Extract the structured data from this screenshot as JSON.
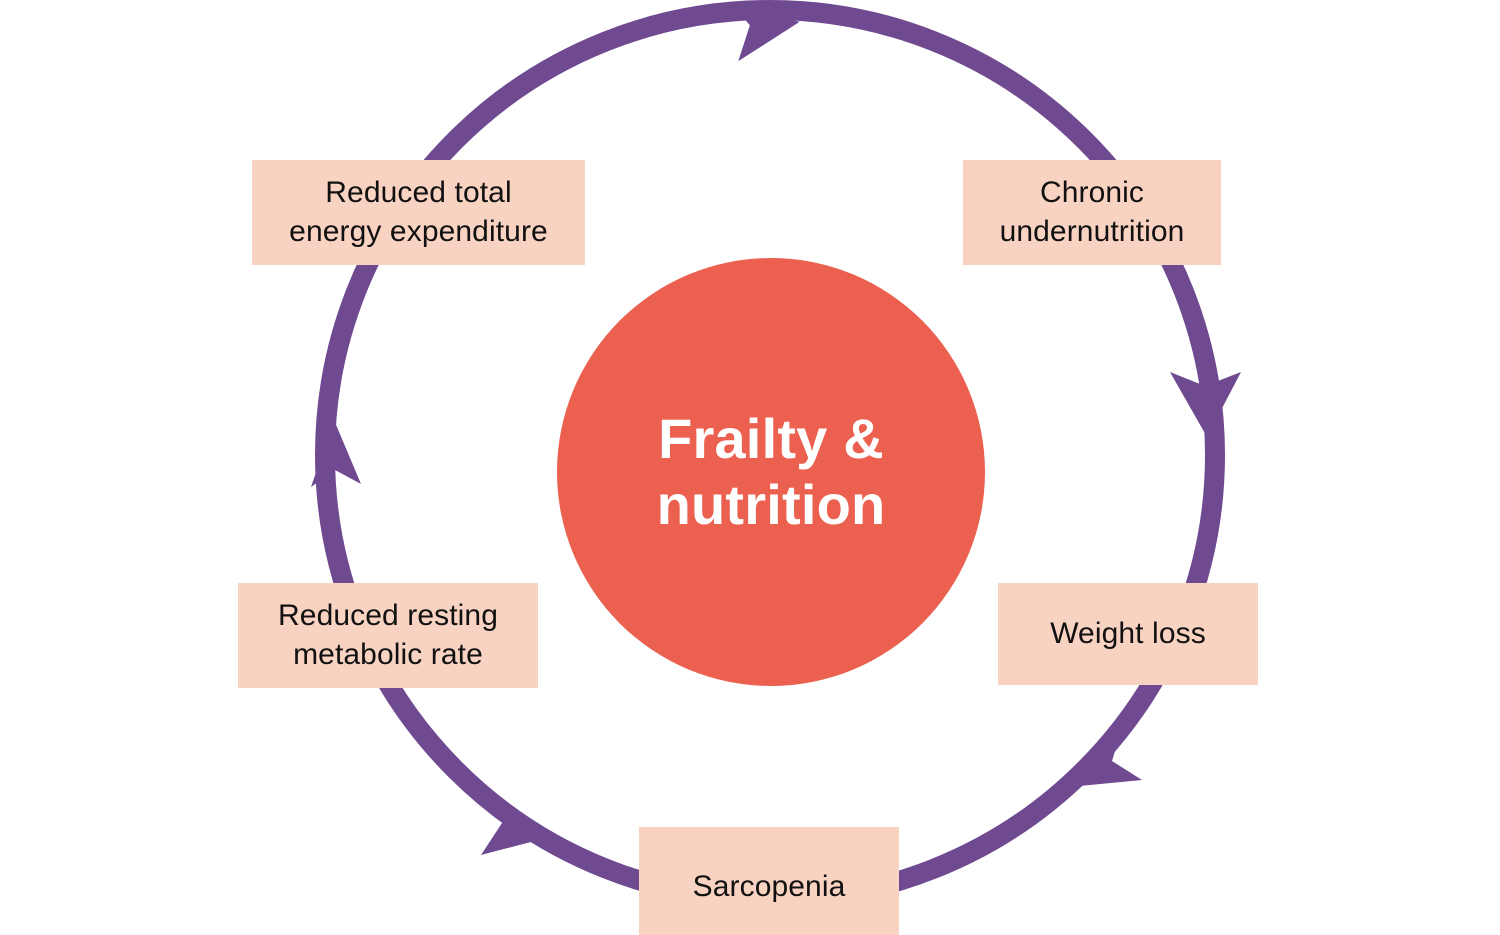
{
  "diagram": {
    "type": "cyclical-process-diagram",
    "direction": "clockwise",
    "center": {
      "label": "Frailty &\nnutrition",
      "fill_color": "#EC6050",
      "text_color": "#FFFFFF"
    },
    "ring": {
      "color": "#6F4A91",
      "stroke_width": 20,
      "arrow_count": 5
    },
    "node_style": {
      "fill_color": "#F9D3C2",
      "text_color": "#111111"
    },
    "nodes": [
      {
        "id": "chronic-undernutrition",
        "label": "Chronic\nundernutrition",
        "position": "top-right",
        "order": 1
      },
      {
        "id": "weight-loss",
        "label": "Weight loss",
        "position": "right",
        "order": 2
      },
      {
        "id": "sarcopenia",
        "label": "Sarcopenia",
        "position": "bottom",
        "order": 3
      },
      {
        "id": "reduced-resting-metabolic-rate",
        "label": "Reduced resting\nmetabolic rate",
        "position": "left",
        "order": 4
      },
      {
        "id": "reduced-total-energy-expenditure",
        "label": "Reduced total\nenergy expenditure",
        "position": "top-left",
        "order": 5
      }
    ]
  }
}
